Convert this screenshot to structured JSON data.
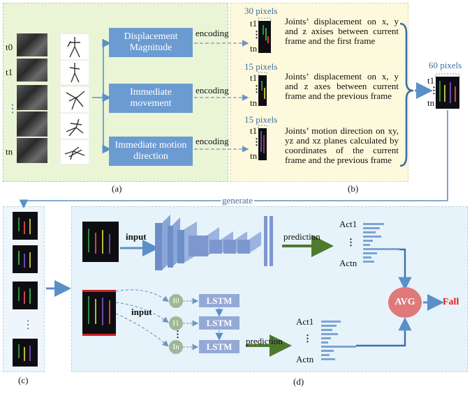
{
  "panel_a": {
    "frame_labels": [
      "t0",
      "t1",
      "⋮",
      "tn"
    ],
    "boxes": [
      "Displacement Magnitude",
      "Immediate movement",
      "Immediate motion direction"
    ],
    "encoding_label": "encoding",
    "caption": "(a)"
  },
  "panel_b": {
    "rows": [
      {
        "size": "30 pixels",
        "t1": "t1",
        "dots": "⋮",
        "tn": "tn",
        "desc": "Joints’ displacement on x, y and z axises between current frame and the first frame"
      },
      {
        "size": "15 pixels",
        "t1": "t1",
        "dots": "⋮",
        "tn": "tn",
        "desc": "Joints’ displacement on x, y and z axes between current frame and the previous frame"
      },
      {
        "size": "15 pixels",
        "t1": "t1",
        "dots": "⋮",
        "tn": "tn",
        "desc": "Joints’ motion direction on xy, yz and xz planes calculated by coordinates of the current frame and the previous frame"
      }
    ],
    "caption": "(b)"
  },
  "combined": {
    "size": "60 pixels",
    "t1": "t1",
    "dots": "⋮",
    "tn": "tn"
  },
  "generate_label": "generate",
  "panel_c": {
    "dots": "⋮",
    "caption": "(c)"
  },
  "panel_d": {
    "input_label": "input",
    "prediction_label": "prediction",
    "act1": "Act1",
    "actn": "Actn",
    "dots": "⋮",
    "lstm_label": "LSTM",
    "inputs": [
      "I0",
      "I1",
      "In"
    ],
    "avg_label": "AVG",
    "fall_label": "Fall",
    "caption": "(d)"
  },
  "colors": {
    "box": "#6b9bd0",
    "lstm": "#94a9d6",
    "avg": "#e07a7a",
    "fall": "#e02020",
    "arrow": "#5b8fc7",
    "pred_arrow": "#4e7a2e"
  }
}
